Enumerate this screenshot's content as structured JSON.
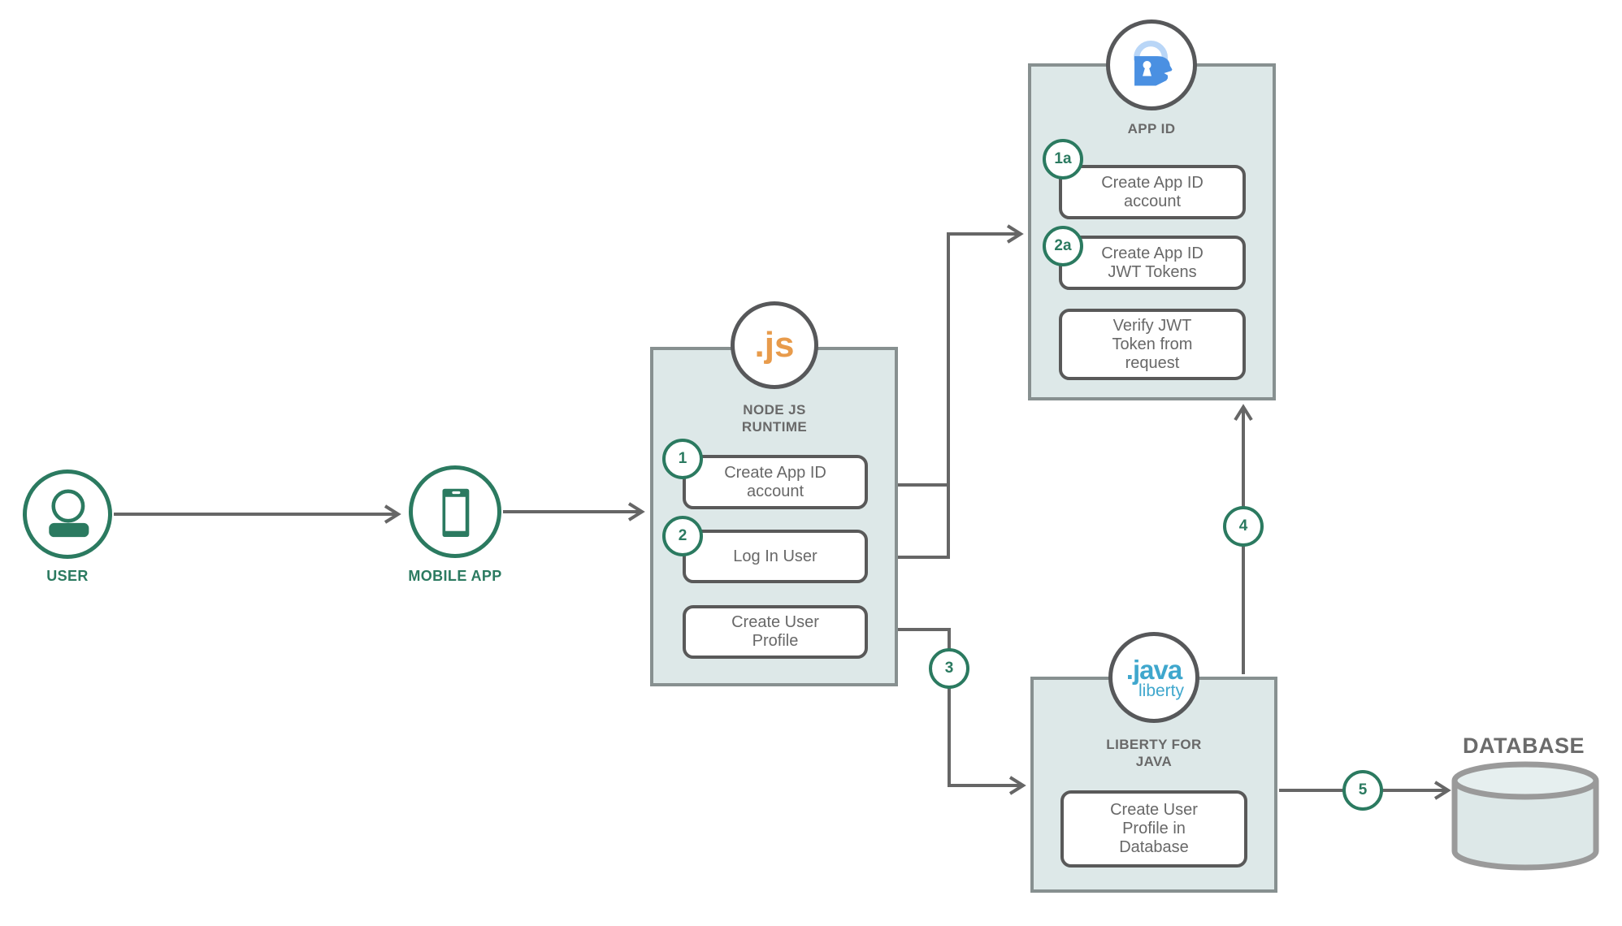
{
  "user": {
    "label": "USER"
  },
  "mobile": {
    "label": "MOBILE APP"
  },
  "nodejs": {
    "logo_text": ".js",
    "title": "NODE JS\nRUNTIME",
    "steps": [
      {
        "badge": "1",
        "text": "Create App ID\naccount"
      },
      {
        "badge": "2",
        "text": "Log In User"
      },
      {
        "text": "Create User\nProfile"
      }
    ]
  },
  "appid": {
    "title": "APP ID",
    "steps": [
      {
        "badge": "1a",
        "text": "Create App ID\naccount"
      },
      {
        "badge": "2a",
        "text": "Create App ID\nJWT Tokens"
      },
      {
        "text": "Verify JWT\nToken from\nrequest"
      }
    ]
  },
  "liberty": {
    "logo_text": ".java",
    "logo_subtext": "liberty",
    "title": "LIBERTY FOR\nJAVA",
    "steps": [
      {
        "text": "Create User\nProfile in\nDatabase"
      }
    ]
  },
  "database": {
    "label": "DATABASE"
  },
  "flow_steps": {
    "step3": "3",
    "step4": "4",
    "step5": "5"
  },
  "colors": {
    "green": "#2B7A60",
    "connector_gray": "#666666",
    "panel_fill": "#DDE8E8",
    "panel_border": "#879090",
    "step_border": "#595959",
    "text_gray": "#686868",
    "nodejs_orange": "#E89B4B",
    "appid_lock_blue": "#4A90E2",
    "appid_shackle_blue": "#B9D6F7",
    "java_blue": "#3FA7CD",
    "database_border": "#9A9A9A"
  }
}
